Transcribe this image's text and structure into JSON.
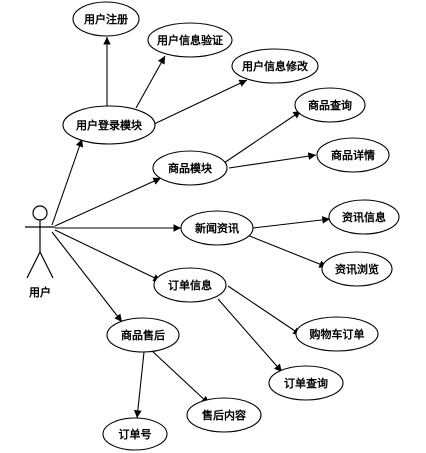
{
  "actor": {
    "label": "用户"
  },
  "nodes": {
    "login": "用户登录模块",
    "register": "用户注册",
    "verify": "用户信息验证",
    "modify": "用户信息修改",
    "goods": "商品模块",
    "goods_query": "商品查询",
    "goods_detail": "商品详情",
    "news": "新闻资讯",
    "news_info": "资讯信息",
    "news_browse": "资讯浏览",
    "order": "订单信息",
    "cart_order": "购物车订单",
    "order_query": "订单查询",
    "after_sale": "商品售后",
    "order_no": "订单号",
    "after_content": "售后内容"
  }
}
